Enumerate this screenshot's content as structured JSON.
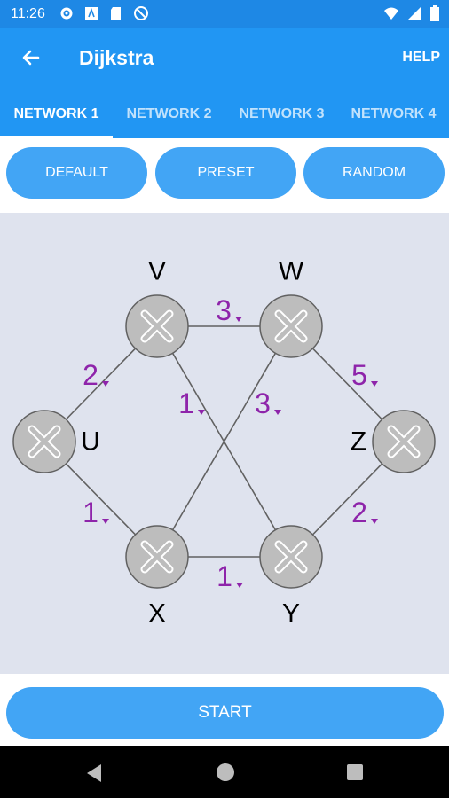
{
  "status_bar": {
    "time": "11:26",
    "icons_left": [
      "gear-icon",
      "font-icon",
      "sd-card-icon",
      "no-disturb-icon"
    ],
    "icons_right": [
      "wifi-icon",
      "signal-icon",
      "battery-icon"
    ]
  },
  "app_bar": {
    "title": "Dijkstra",
    "back_icon": "arrow-left-icon",
    "help_label": "HELP"
  },
  "tabs": [
    {
      "label": "NETWORK 1",
      "active": true
    },
    {
      "label": "NETWORK 2",
      "active": false
    },
    {
      "label": "NETWORK 3",
      "active": false
    },
    {
      "label": "NETWORK 4",
      "active": false
    }
  ],
  "preset_buttons": {
    "default_label": "DEFAULT",
    "preset_label": "PRESET",
    "random_label": "RANDOM"
  },
  "graph": {
    "nodes": [
      {
        "id": "U",
        "label": "U"
      },
      {
        "id": "V",
        "label": "V"
      },
      {
        "id": "W",
        "label": "W"
      },
      {
        "id": "X",
        "label": "X"
      },
      {
        "id": "Y",
        "label": "Y"
      },
      {
        "id": "Z",
        "label": "Z"
      }
    ],
    "edges": [
      {
        "from": "U",
        "to": "V",
        "weight": "2"
      },
      {
        "from": "U",
        "to": "X",
        "weight": "1"
      },
      {
        "from": "V",
        "to": "W",
        "weight": "3"
      },
      {
        "from": "V",
        "to": "Y",
        "weight": "1"
      },
      {
        "from": "X",
        "to": "W",
        "weight": "3"
      },
      {
        "from": "X",
        "to": "Y",
        "weight": "1"
      },
      {
        "from": "W",
        "to": "Z",
        "weight": "5"
      },
      {
        "from": "Y",
        "to": "Z",
        "weight": "2"
      }
    ],
    "colors": {
      "node_fill": "#bdbdbd",
      "node_stroke": "#616161",
      "edge": "#616161",
      "weight": "#8e24aa",
      "label": "#000000"
    }
  },
  "start_label": "START",
  "nav_bar": {
    "icons": [
      "nav-back-icon",
      "nav-home-icon",
      "nav-recents-icon"
    ]
  }
}
